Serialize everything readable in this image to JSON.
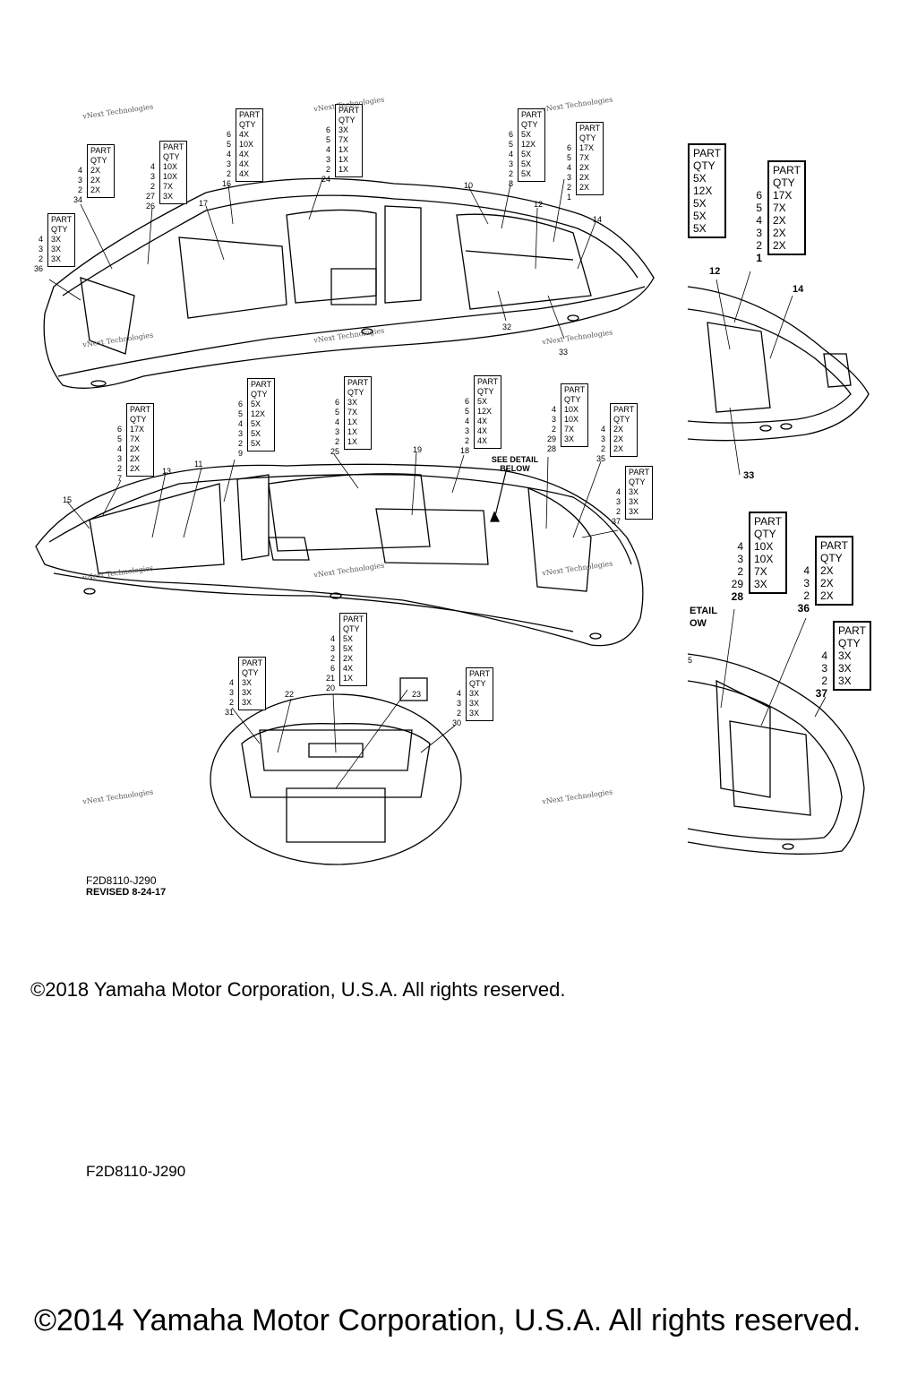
{
  "header_label": "PART\nQTY",
  "boxes": [
    {
      "id": "b34",
      "keys": [
        "4",
        "3",
        "2"
      ],
      "qty": [
        "2X",
        "2X",
        "2X"
      ],
      "ref": "34"
    },
    {
      "id": "b36",
      "keys": [
        "4",
        "3",
        "2"
      ],
      "qty": [
        "3X",
        "3X",
        "3X"
      ],
      "ref": "36"
    },
    {
      "id": "b26",
      "keys": [
        "4",
        "3",
        "2",
        "27"
      ],
      "qty": [
        "10X",
        "10X",
        "7X",
        "3X"
      ],
      "ref": "26"
    },
    {
      "id": "b16",
      "keys": [
        "6",
        "5",
        "4",
        "3",
        "2"
      ],
      "qty": [
        "4X",
        "10X",
        "4X",
        "4X",
        "4X"
      ],
      "ref": "16"
    },
    {
      "id": "b24",
      "keys": [
        "6",
        "5",
        "4",
        "3",
        "2"
      ],
      "qty": [
        "3X",
        "7X",
        "1X",
        "1X",
        "1X"
      ],
      "ref": "24"
    },
    {
      "id": "b8",
      "keys": [
        "6",
        "5",
        "4",
        "3",
        "2"
      ],
      "qty": [
        "5X",
        "12X",
        "5X",
        "5X",
        "5X"
      ],
      "ref": "8"
    },
    {
      "id": "b1",
      "keys": [
        "6",
        "5",
        "4",
        "3",
        "2"
      ],
      "qty": [
        "17X",
        "7X",
        "2X",
        "2X",
        "2X"
      ],
      "ref": "1"
    },
    {
      "id": "b7",
      "keys": [
        "6",
        "5",
        "4",
        "3",
        "2"
      ],
      "qty": [
        "17X",
        "7X",
        "2X",
        "2X",
        "2X"
      ],
      "ref": "7"
    },
    {
      "id": "b9",
      "keys": [
        "6",
        "5",
        "4",
        "3",
        "2"
      ],
      "qty": [
        "5X",
        "12X",
        "5X",
        "5X",
        "5X"
      ],
      "ref": "9"
    },
    {
      "id": "b25",
      "keys": [
        "6",
        "5",
        "4",
        "3",
        "2"
      ],
      "qty": [
        "3X",
        "7X",
        "1X",
        "1X",
        "1X"
      ],
      "ref": "25"
    },
    {
      "id": "b18",
      "keys": [
        "6",
        "5",
        "4",
        "3",
        "2"
      ],
      "qty": [
        "5X",
        "12X",
        "4X",
        "4X",
        "4X"
      ],
      "ref": "18"
    },
    {
      "id": "b28",
      "keys": [
        "4",
        "3",
        "2",
        "29"
      ],
      "qty": [
        "10X",
        "10X",
        "7X",
        "3X"
      ],
      "ref": "28"
    },
    {
      "id": "b35",
      "keys": [
        "4",
        "3",
        "2"
      ],
      "qty": [
        "2X",
        "2X",
        "2X"
      ],
      "ref": "35"
    },
    {
      "id": "b37",
      "keys": [
        "4",
        "3",
        "2"
      ],
      "qty": [
        "3X",
        "3X",
        "3X"
      ],
      "ref": "37"
    },
    {
      "id": "b20",
      "keys": [
        "4",
        "3",
        "2",
        "6",
        "21"
      ],
      "qty": [
        "5X",
        "5X",
        "2X",
        "4X",
        "1X"
      ],
      "ref": "20"
    },
    {
      "id": "b31",
      "keys": [
        "4",
        "3",
        "2"
      ],
      "qty": [
        "3X",
        "3X",
        "3X"
      ],
      "ref": "31"
    },
    {
      "id": "b30",
      "keys": [
        "4",
        "3",
        "2"
      ],
      "qty": [
        "3X",
        "3X",
        "3X"
      ],
      "ref": "30"
    }
  ],
  "detail_boxes": [
    {
      "id": "d12",
      "keys": [],
      "qty": [
        "5X",
        "12X",
        "5X",
        "5X",
        "5X"
      ]
    },
    {
      "id": "d1",
      "keys": [
        "6",
        "5",
        "4",
        "3",
        "2"
      ],
      "qty": [
        "17X",
        "7X",
        "2X",
        "2X",
        "2X"
      ],
      "ref": "1"
    },
    {
      "id": "d28",
      "keys": [
        "4",
        "3",
        "2",
        "29"
      ],
      "qty": [
        "10X",
        "10X",
        "7X",
        "3X"
      ],
      "ref": "28"
    },
    {
      "id": "d36",
      "keys": [
        "4",
        "3",
        "2"
      ],
      "qty": [
        "2X",
        "2X",
        "2X"
      ],
      "ref": "36"
    },
    {
      "id": "d37",
      "keys": [
        "4",
        "3",
        "2"
      ],
      "qty": [
        "3X",
        "3X",
        "3X"
      ],
      "ref": "37"
    }
  ],
  "refs": [
    "17",
    "10",
    "12",
    "14",
    "32",
    "33",
    "15",
    "13",
    "11",
    "19",
    "23",
    "22",
    "SEE DETAIL\nBELOW"
  ],
  "detail_refs": [
    "12",
    "14",
    "33",
    "ETAIL\nOW",
    "5"
  ],
  "watermark": "vNext Technologies",
  "part_code": "F2D8110-J290",
  "revised": "REVISED 8-24-17",
  "copyright_2018": "©2018 Yamaha Motor Corporation, U.S.A. All rights reserved.",
  "part_code_2": "F2D8110-J290",
  "copyright_2014": "©2014 Yamaha Motor Corporation, U.S.A. All rights reserved."
}
